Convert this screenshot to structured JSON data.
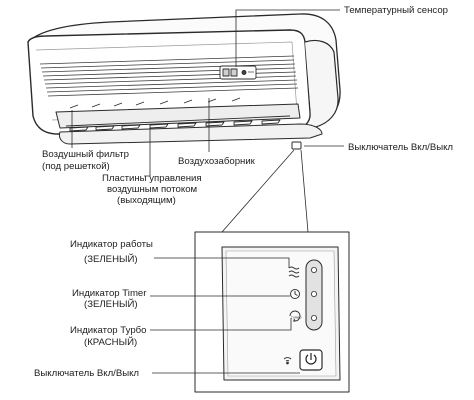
{
  "labels": {
    "temp_sensor": "Температурный сенсор",
    "air_filter_l1": "Воздушный фильтр",
    "air_filter_l2": "(под решеткой)",
    "air_intake": "Воздухозаборник",
    "power_switch_unit": "Выключатель Вкл/Выкл",
    "louvers_l1": "Пластины управления",
    "louvers_l2": "воздушным потоком",
    "louvers_l3": "(выходящим)",
    "operation_l1": "Индикатор работы",
    "operation_l2": "(ЗЕЛЕНЫЙ)",
    "timer_l1": "Индикатор Timer",
    "timer_l2": "(ЗЕЛЕНЫЙ)",
    "turbo_l1": "Индикатор Турбо",
    "turbo_l2": "(КРАСНЫЙ)",
    "power_switch_panel": "Выключатель Вкл/Выкл"
  },
  "icons": {
    "operation": "waves-icon",
    "timer": "clock-icon",
    "turbo": "turbo-icon",
    "power": "power-icon",
    "receiver": "remote-signal-icon"
  },
  "colors": {
    "stroke": "#2b2b2b",
    "panel": "#f4f4f4",
    "body": "#fbfbfb"
  }
}
